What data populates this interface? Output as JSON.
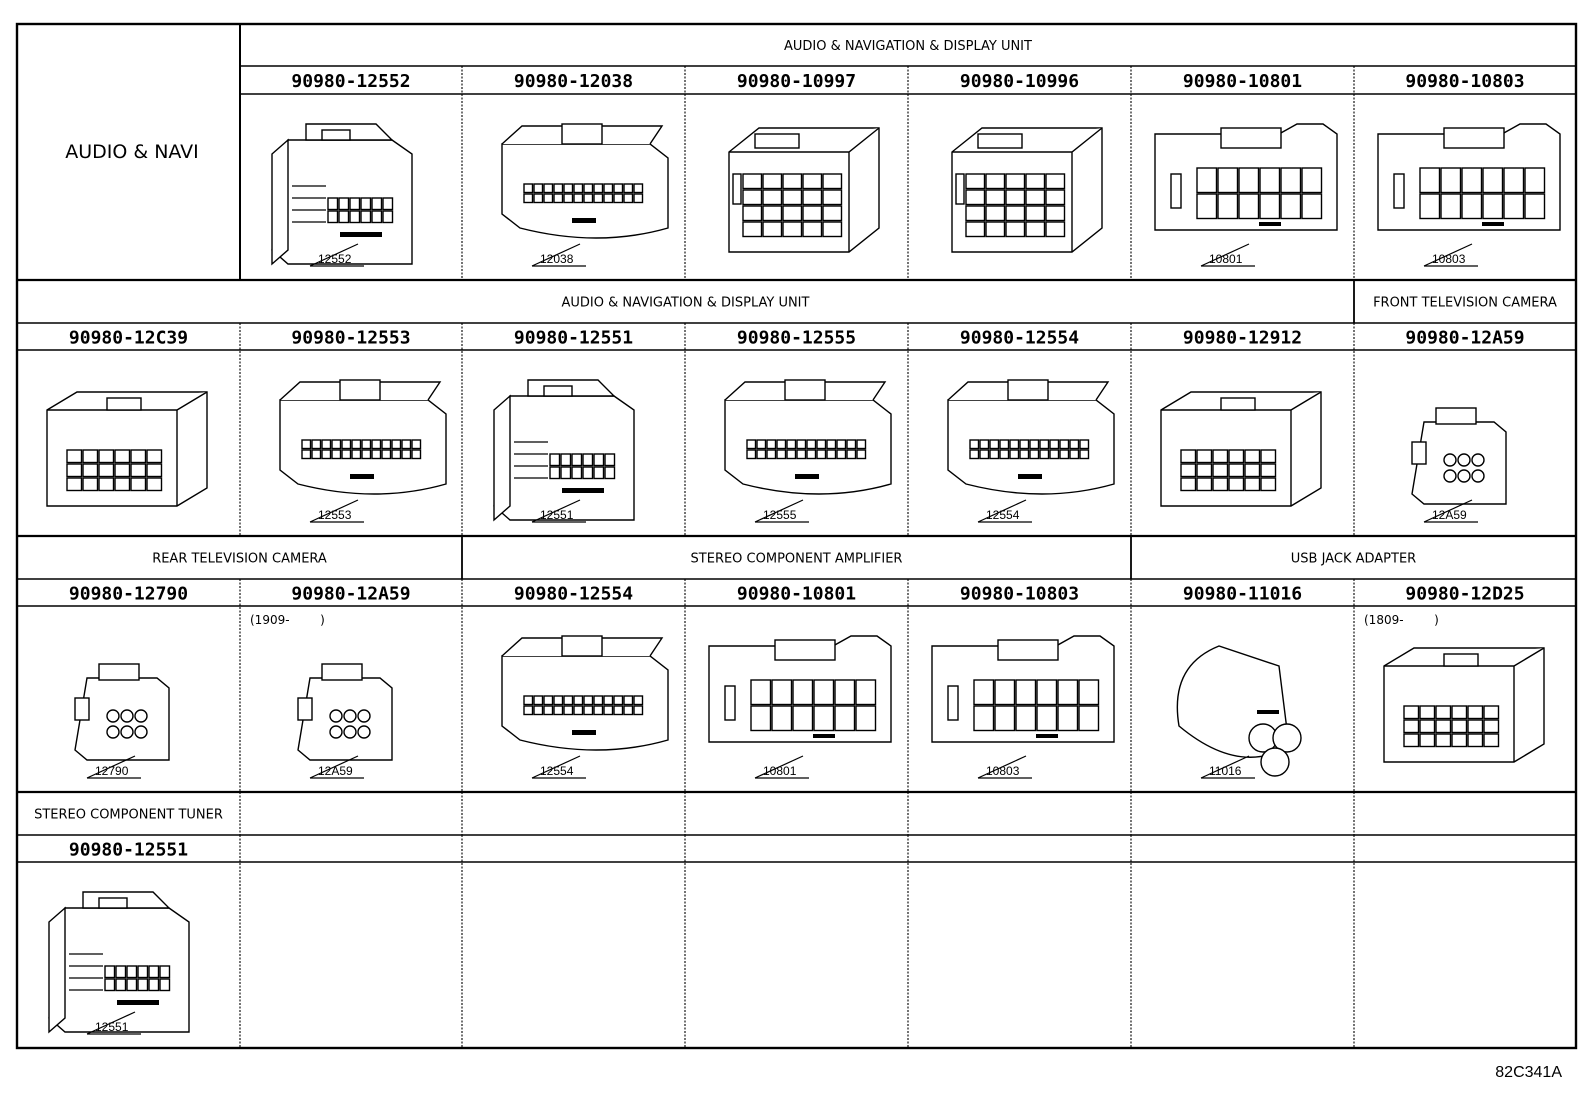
{
  "side_title": "AUDIO & NAVI",
  "figure_id": "82C341A",
  "rows": [
    {
      "headers": [
        {
          "col": 1,
          "span": 6,
          "text": "AUDIO & NAVIGATION & DISPLAY UNIT"
        }
      ],
      "cells": [
        {
          "col": 1,
          "part": "90980-12552",
          "ref": "12552"
        },
        {
          "col": 2,
          "part": "90980-12038",
          "ref": "12038"
        },
        {
          "col": 3,
          "part": "90980-10997",
          "ref": ""
        },
        {
          "col": 4,
          "part": "90980-10996",
          "ref": ""
        },
        {
          "col": 5,
          "part": "90980-10801",
          "ref": "10801"
        },
        {
          "col": 6,
          "part": "90980-10803",
          "ref": "10803"
        }
      ]
    },
    {
      "headers": [
        {
          "col": 0,
          "span": 6,
          "text": "AUDIO & NAVIGATION & DISPLAY UNIT"
        },
        {
          "col": 6,
          "span": 1,
          "text": "FRONT TELEVISION CAMERA"
        }
      ],
      "cells": [
        {
          "col": 0,
          "part": "90980-12C39",
          "ref": ""
        },
        {
          "col": 1,
          "part": "90980-12553",
          "ref": "12553"
        },
        {
          "col": 2,
          "part": "90980-12551",
          "ref": "12551"
        },
        {
          "col": 3,
          "part": "90980-12555",
          "ref": "12555"
        },
        {
          "col": 4,
          "part": "90980-12554",
          "ref": "12554"
        },
        {
          "col": 5,
          "part": "90980-12912",
          "ref": ""
        },
        {
          "col": 6,
          "part": "90980-12A59",
          "ref": "12A59"
        }
      ]
    },
    {
      "headers": [
        {
          "col": 0,
          "span": 2,
          "text": "REAR TELEVISION CAMERA"
        },
        {
          "col": 2,
          "span": 3,
          "text": "STEREO COMPONENT AMPLIFIER"
        },
        {
          "col": 5,
          "span": 2,
          "text": "USB JACK ADAPTER"
        }
      ],
      "cells": [
        {
          "col": 0,
          "part": "90980-12790",
          "ref": "12790"
        },
        {
          "col": 1,
          "part": "90980-12A59",
          "ref": "12A59",
          "date": "(1909-        )"
        },
        {
          "col": 2,
          "part": "90980-12554",
          "ref": "12554"
        },
        {
          "col": 3,
          "part": "90980-10801",
          "ref": "10801"
        },
        {
          "col": 4,
          "part": "90980-10803",
          "ref": "10803"
        },
        {
          "col": 5,
          "part": "90980-11016",
          "ref": "11016"
        },
        {
          "col": 6,
          "part": "90980-12D25",
          "ref": "",
          "date": "(1809-        )"
        }
      ]
    },
    {
      "headers": [
        {
          "col": 0,
          "span": 1,
          "text": "STEREO COMPONENT TUNER"
        }
      ],
      "cells": [
        {
          "col": 0,
          "part": "90980-12551",
          "ref": "12551"
        }
      ]
    }
  ]
}
